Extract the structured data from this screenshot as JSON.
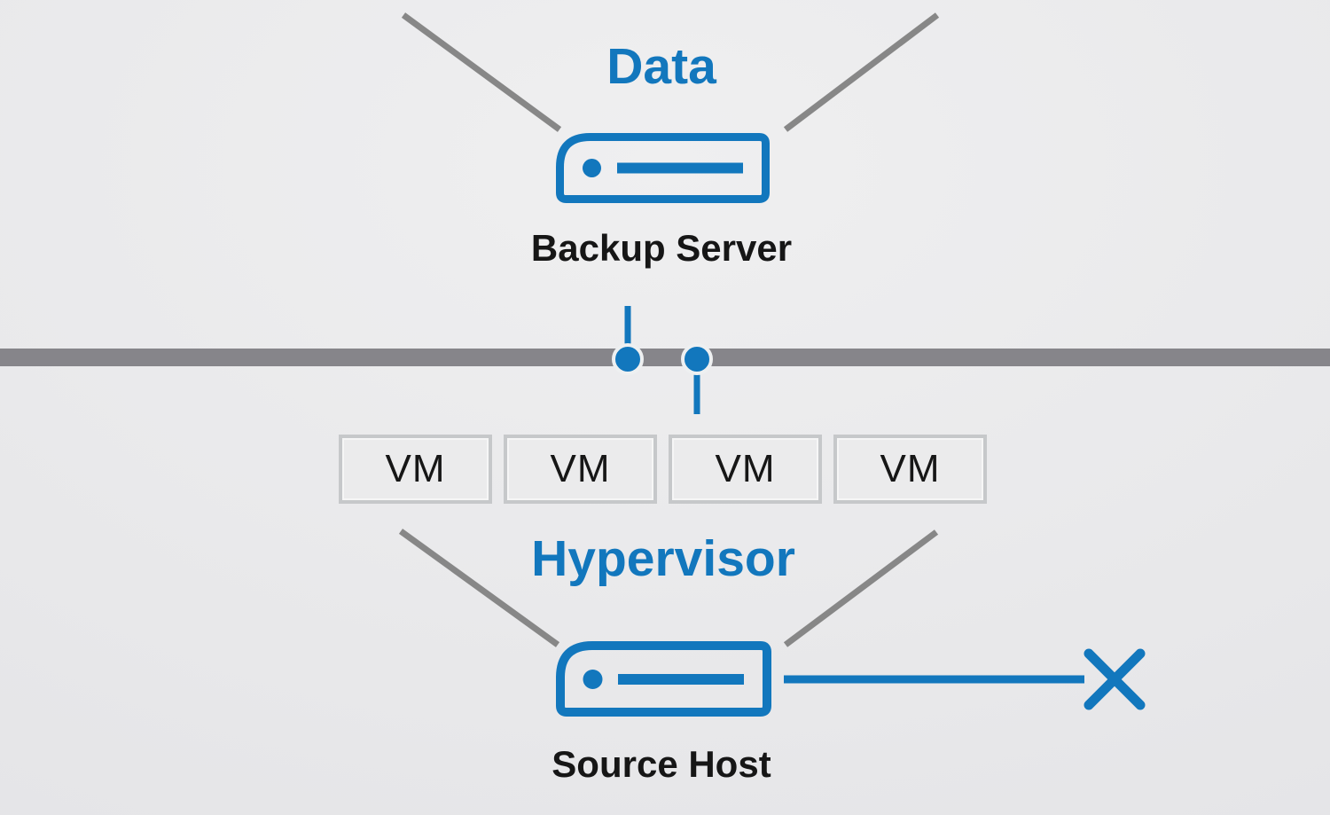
{
  "colors": {
    "blue": "#1277bd",
    "gray-line": "#878787",
    "bus-gray": "#86858a",
    "vm-border": "#c6c8ca",
    "vm-bg": "#ebebec",
    "text-black": "#161616",
    "ring": "#eef0f1"
  },
  "labels": {
    "data_title": "Data",
    "backup_server": "Backup Server",
    "hypervisor_title": "Hypervisor",
    "source_host": "Source Host"
  },
  "vm_row": {
    "items": [
      {
        "label": "VM"
      },
      {
        "label": "VM"
      },
      {
        "label": "VM"
      },
      {
        "label": "VM"
      }
    ]
  },
  "icons": {
    "server_icon": "chassis outline with rounded top-left corner, status dot and drive bar",
    "network_bus": "full-width horizontal gray bar",
    "connector_dot_icon": "blue filled circle tap on network bus with stem",
    "x_icon": "✕ disconnect mark",
    "funnel_line_icon": "gray diagonal guide line"
  }
}
